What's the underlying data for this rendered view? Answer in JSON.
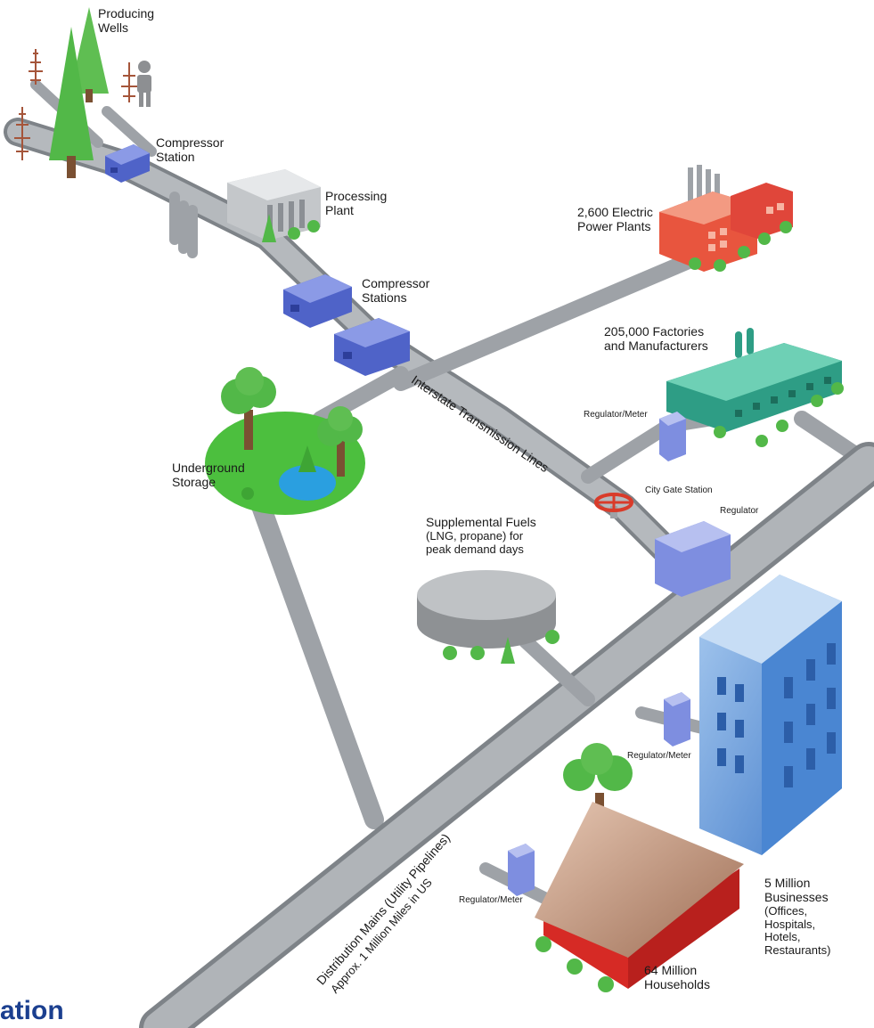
{
  "labels": {
    "producing_wells": "Producing\nWells",
    "compressor_station": "Compressor\nStation",
    "processing_plant": "Processing\nPlant",
    "compressor_stations": "Compressor\nStations",
    "electric_power_plants": "2,600 Electric\nPower Plants",
    "factories": "205,000 Factories\nand Manufacturers",
    "interstate_lines": "Interstate Transmission Lines",
    "regulator_meter_factories": "Regulator/Meter",
    "city_gate_station": "City Gate Station",
    "regulator": "Regulator",
    "underground_storage": "Underground\nStorage",
    "supplemental_fuels_title": "Supplemental Fuels",
    "supplemental_fuels_detail": "(LNG, propane) for\npeak demand days",
    "regulator_meter_businesses": "Regulator/Meter",
    "businesses_title": "5 Million\nBusinesses",
    "businesses_detail": "(Offices,\nHospitals,\nHotels,\nRestaurants)",
    "regulator_meter_households": "Regulator/Meter",
    "households": "64 Million\nHouseholds",
    "distribution_mains": "Distribution Mains (Utility Pipelines)",
    "distribution_miles": "Approx. 1 Million Miles in US",
    "corner_text": "ation"
  },
  "colors": {
    "pipe": "#a9adb2",
    "pipe_shadow": "#7e8388",
    "compressor": "#4f63c8",
    "power_plant": "#e8553e",
    "factory": "#2e9d85",
    "building": "#5b93d6",
    "house_roof": "#b88b73",
    "house_wall": "#d62a25",
    "tree": "#52b848",
    "trunk": "#7a5032",
    "storage_ground": "#4cbf3e",
    "water": "#2a9fe0",
    "valve": "#d93b2a",
    "tank": "#9fa2a5",
    "brand_text": "#1b3f8f"
  },
  "icons": [
    "well-derrick-icon",
    "person-icon",
    "tree-icon",
    "shrub-icon",
    "valve-wheel-icon"
  ]
}
